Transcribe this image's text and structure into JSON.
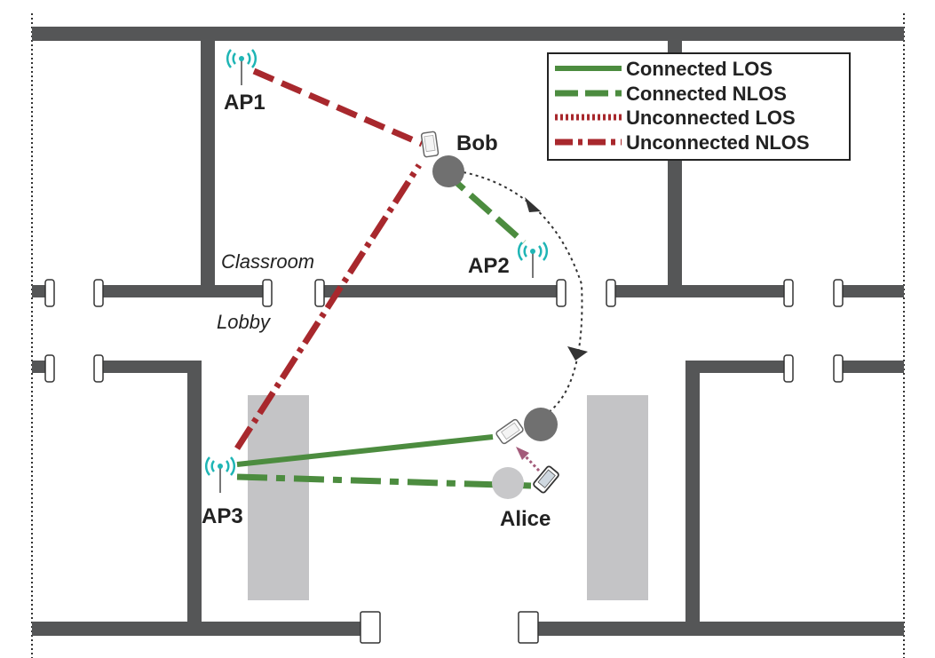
{
  "labels": {
    "ap1": "AP1",
    "ap2": "AP2",
    "ap3": "AP3",
    "bob": "Bob",
    "alice": "Alice",
    "classroom": "Classroom",
    "lobby": "Lobby"
  },
  "legend": [
    {
      "label": "Connected LOS",
      "color": "#4c8c3f",
      "style": "solid"
    },
    {
      "label": "Connected NLOS",
      "color": "#4c8c3f",
      "style": "dashed"
    },
    {
      "label": "Unconnected LOS",
      "color": "#a8282d",
      "style": "dotted"
    },
    {
      "label": "Unconnected NLOS",
      "color": "#a8282d",
      "style": "dash-dot"
    }
  ],
  "colors": {
    "wall": "#555657",
    "connected": "#4c8c3f",
    "unconnected": "#a8282d",
    "antenna": "#1fb5b5",
    "pillar": "#c4c4c6",
    "person": "#707070",
    "alice_prev": "#c8c8ca",
    "move_arrow": "#a35b7a"
  },
  "icons": [
    "ap-antenna-icon",
    "smartphone-icon",
    "door-icon"
  ]
}
